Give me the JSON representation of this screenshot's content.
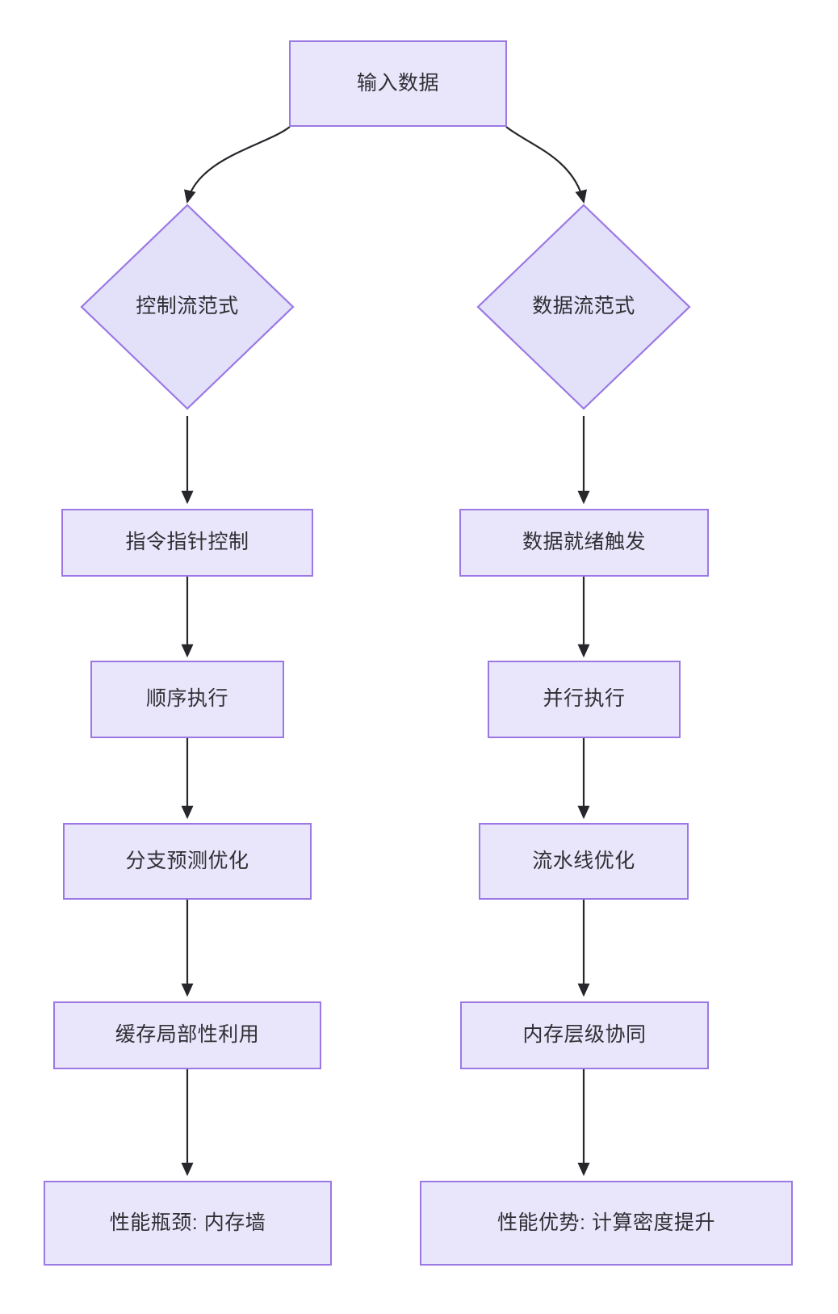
{
  "diagram": {
    "type": "flowchart",
    "orientation": "top-down",
    "background_color": "#ffffff",
    "node_fill_color": "#e9e6fb",
    "node_border_color": "#9b78e4",
    "node_text_color": "#2f2f34",
    "edge_color": "#26262b",
    "nodes": {
      "input": {
        "label": "输入数据",
        "shape": "rectangle"
      },
      "control_flow": {
        "label": "控制流范式",
        "shape": "diamond"
      },
      "data_flow": {
        "label": "数据流范式",
        "shape": "diamond"
      },
      "left_1": {
        "label": "指令指针控制",
        "shape": "rectangle"
      },
      "left_2": {
        "label": "顺序执行",
        "shape": "rectangle"
      },
      "left_3": {
        "label": "分支预测优化",
        "shape": "rectangle"
      },
      "left_4": {
        "label": "缓存局部性利用",
        "shape": "rectangle"
      },
      "left_5": {
        "label": "性能瓶颈: 内存墙",
        "shape": "rectangle"
      },
      "right_1": {
        "label": "数据就绪触发",
        "shape": "rectangle"
      },
      "right_2": {
        "label": "并行执行",
        "shape": "rectangle"
      },
      "right_3": {
        "label": "流水线优化",
        "shape": "rectangle"
      },
      "right_4": {
        "label": "内存层级协同",
        "shape": "rectangle"
      },
      "right_5": {
        "label": "性能优势: 计算密度提升",
        "shape": "rectangle"
      }
    },
    "edges": [
      {
        "from": "input",
        "to": "control_flow",
        "style": "curved-arrow"
      },
      {
        "from": "input",
        "to": "data_flow",
        "style": "curved-arrow"
      },
      {
        "from": "control_flow",
        "to": "left_1",
        "style": "straight-arrow"
      },
      {
        "from": "left_1",
        "to": "left_2",
        "style": "straight-arrow"
      },
      {
        "from": "left_2",
        "to": "left_3",
        "style": "straight-arrow"
      },
      {
        "from": "left_3",
        "to": "left_4",
        "style": "straight-arrow"
      },
      {
        "from": "left_4",
        "to": "left_5",
        "style": "straight-arrow"
      },
      {
        "from": "data_flow",
        "to": "right_1",
        "style": "straight-arrow"
      },
      {
        "from": "right_1",
        "to": "right_2",
        "style": "straight-arrow"
      },
      {
        "from": "right_2",
        "to": "right_3",
        "style": "straight-arrow"
      },
      {
        "from": "right_3",
        "to": "right_4",
        "style": "straight-arrow"
      },
      {
        "from": "right_4",
        "to": "right_5",
        "style": "straight-arrow"
      }
    ]
  }
}
